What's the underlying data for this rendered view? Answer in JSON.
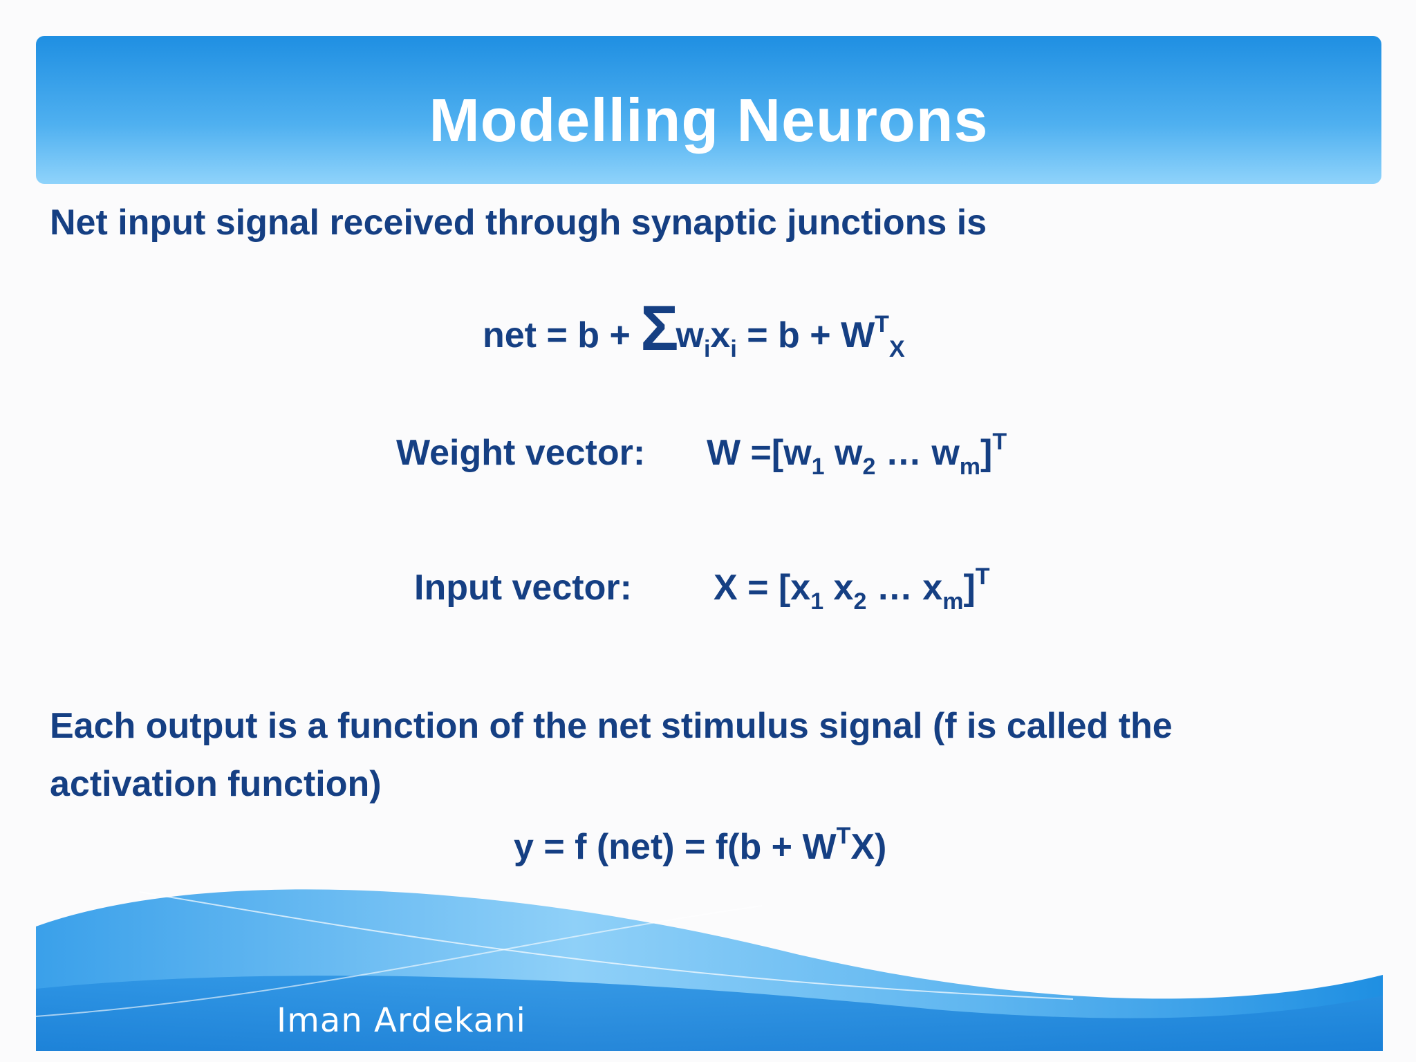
{
  "title": "Modelling Neurons",
  "intro": "Net input signal received through synaptic junctions is",
  "net_equation": {
    "lhs": "net  = b + ",
    "sigma": "Σ",
    "w": "w",
    "w_sub": "i",
    "x": "x",
    "x_sub": "i",
    "mid": " = b + W",
    "t_sup": "T",
    "x_end": "X"
  },
  "weight_vector": {
    "label": "Weight vector:",
    "prefix": "W =[w",
    "s1": "1",
    "mid1": " w",
    "s2": "2",
    "mid2": " … w",
    "sm": "m",
    "close": "]",
    "sup": "T"
  },
  "input_vector": {
    "label": "Input vector:",
    "prefix": "X = [x",
    "s1": "1",
    "mid1": " x",
    "s2": "2",
    "mid2": " … x",
    "sm": "m",
    "close": "]",
    "sup": "T"
  },
  "output_text_line1": "Each output is a function of the net stimulus signal (f is called the",
  "output_text_line2": "activation function)",
  "output_equation": {
    "before": "y = f (net) = f(b + W",
    "sup": "T",
    "after": "X)"
  },
  "author": "Iman Ardekani",
  "colors": {
    "text": "#153f83",
    "title_bar_top": "#1f8fe2",
    "title_bar_bottom": "#8fd3fb",
    "wave": "#2f9ae6"
  }
}
